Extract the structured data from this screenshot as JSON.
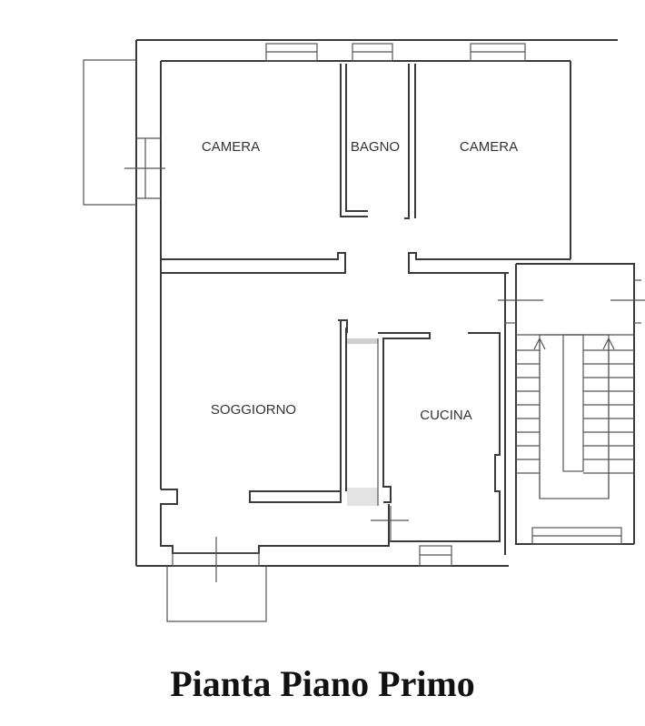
{
  "title": "Pianta Piano Primo",
  "rooms": {
    "camera_left": "CAMERA",
    "bagno": "BAGNO",
    "camera_right": "CAMERA",
    "soggiorno": "SOGGIORNO",
    "cucina": "CUCINA"
  }
}
